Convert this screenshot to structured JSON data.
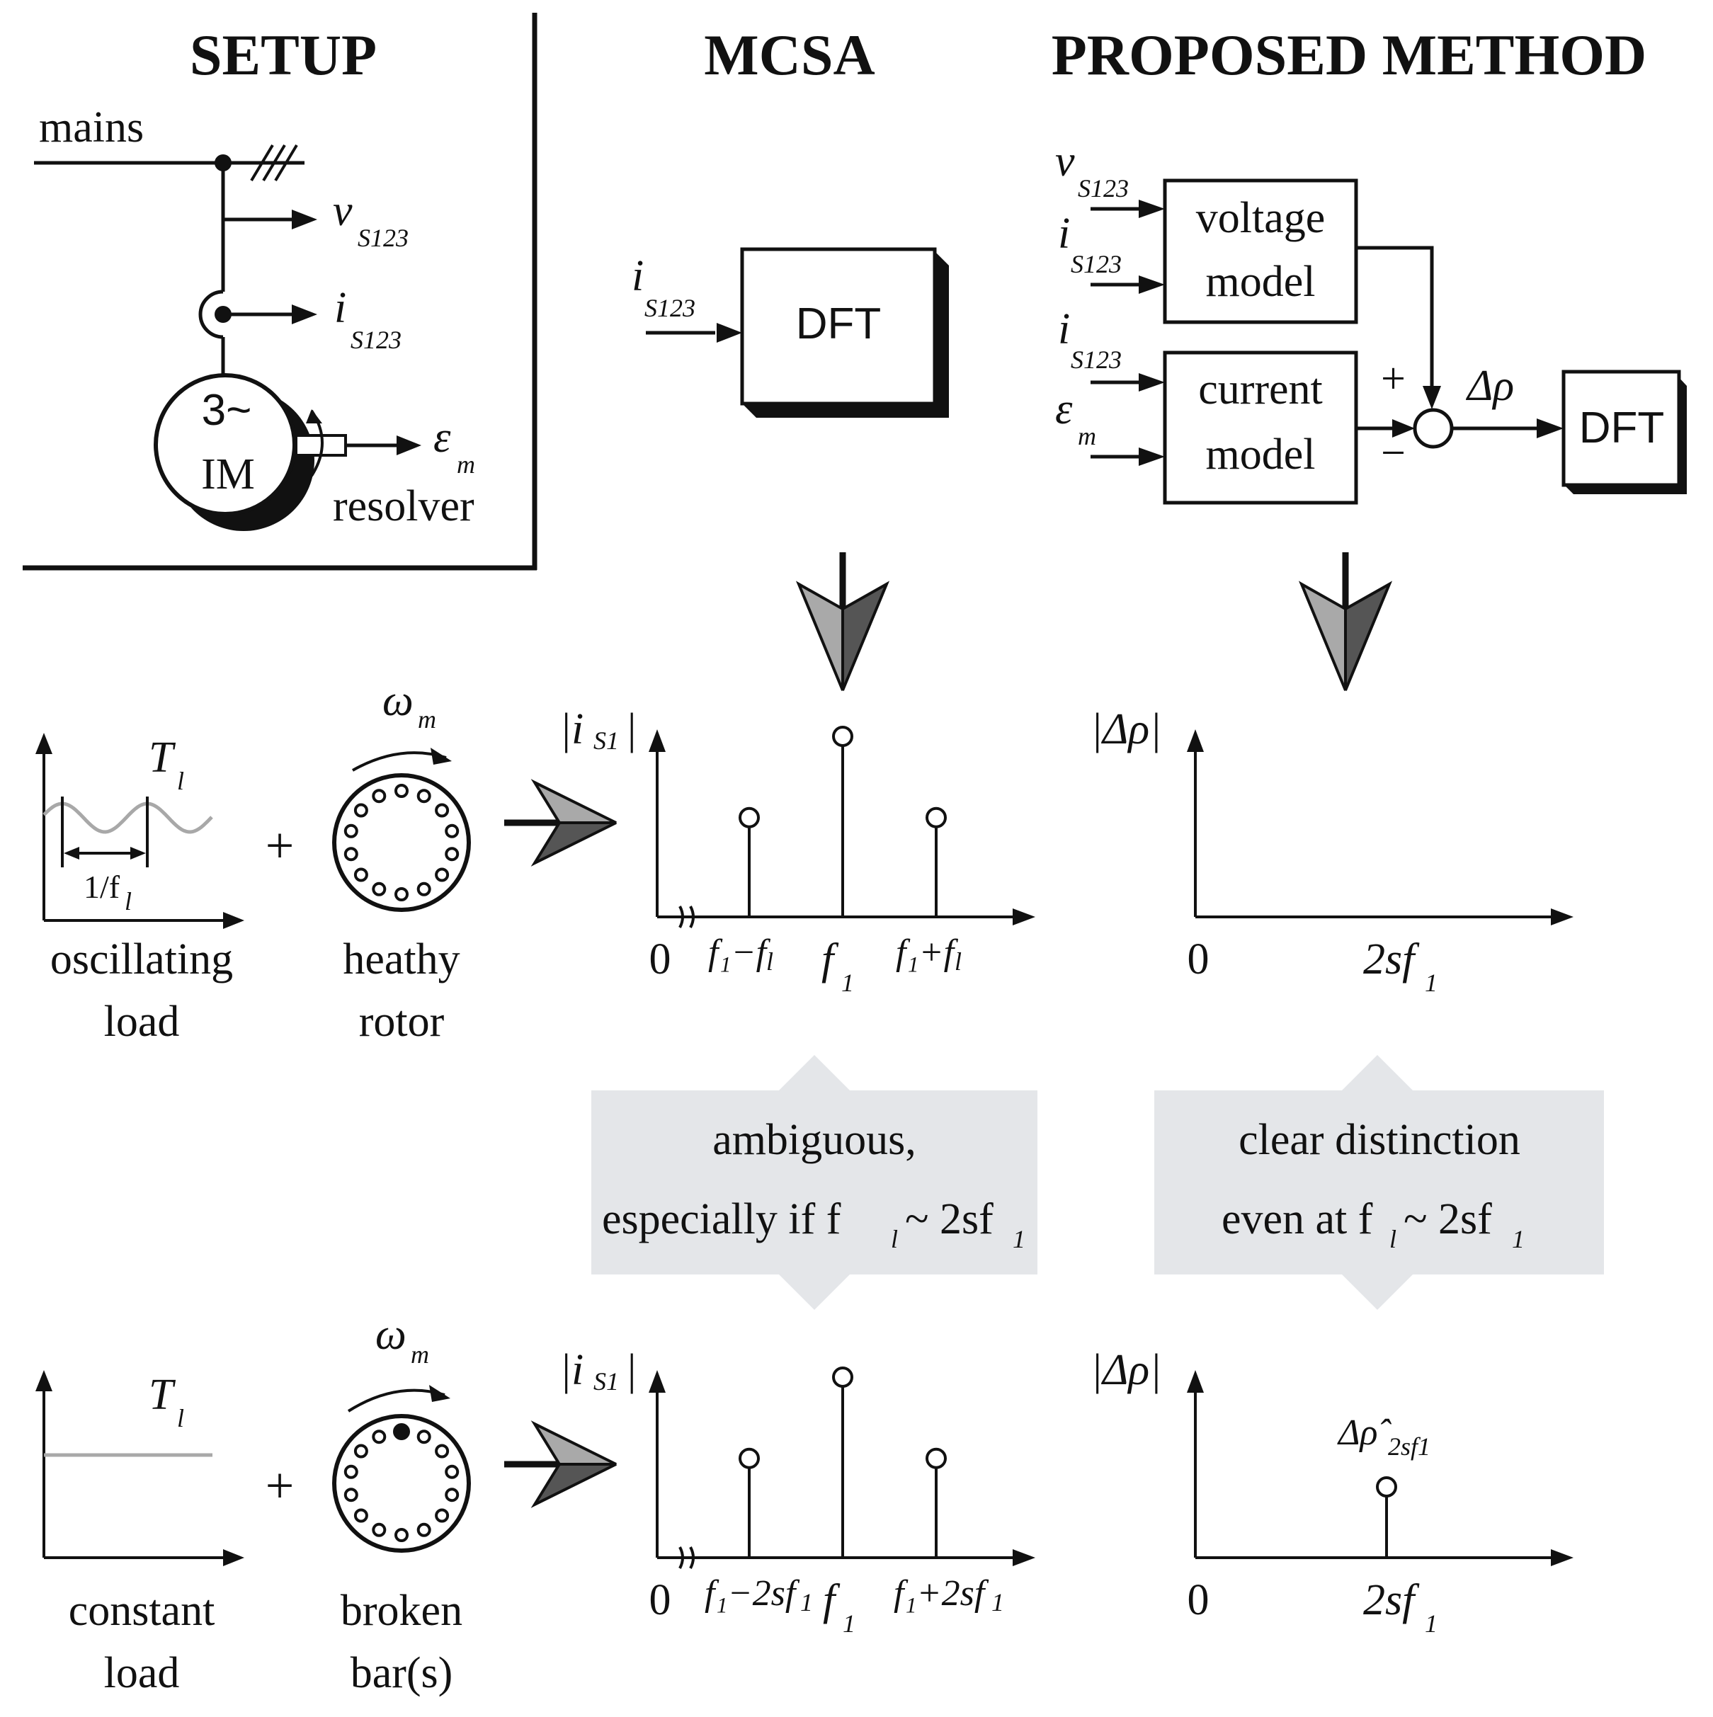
{
  "headers": {
    "setup": "SETUP",
    "mcsa": "MCSA",
    "proposed": "PROPOSED METHOD"
  },
  "setup": {
    "mains": "mains",
    "v_main": "v",
    "v_sub": "S123",
    "i_main": "i",
    "i_sub": "S123",
    "motor_top": "3~",
    "motor_bottom": "IM",
    "eps_main": "ε",
    "eps_sub": "m",
    "resolver": "resolver"
  },
  "mcsa_block": {
    "in_main": "i",
    "in_sub": "S123",
    "dft": "DFT"
  },
  "proposed_block": {
    "v_main": "v",
    "v_sub": "S123",
    "i1_main": "i",
    "i1_sub": "S123",
    "i2_main": "i",
    "i2_sub": "S123",
    "eps_main": "ε",
    "eps_sub": "m",
    "voltage_model_1": "voltage",
    "voltage_model_2": "model",
    "current_model_1": "current",
    "current_model_2": "model",
    "plus": "+",
    "minus": "−",
    "delta_rho": "Δρ",
    "dft": "DFT"
  },
  "row1": {
    "torque_main": "T",
    "torque_sub": "l",
    "period_main": "1/f",
    "period_sub": "l",
    "load_1": "oscillating",
    "load_2": "load",
    "plus": "+",
    "omega_main": "ω",
    "omega_sub": "m",
    "rotor_1": "heathy",
    "rotor_2": "rotor",
    "mcsa_ylabel_pre": "|i",
    "mcsa_ylabel_sub": "S1",
    "mcsa_ylabel_post": "|",
    "mcsa_zero": "0",
    "mcsa_tick_left": "f₁−f",
    "mcsa_tick_left_sub": "l",
    "mcsa_tick_mid": "f",
    "mcsa_tick_mid_sub": "1",
    "mcsa_tick_right": "f₁+f",
    "mcsa_tick_right_sub": "l",
    "prop_ylabel": "|Δρ|",
    "prop_zero": "0",
    "prop_tick_main": "2sf",
    "prop_tick_sub": "1"
  },
  "row2": {
    "torque_main": "T",
    "torque_sub": "l",
    "load_1": "constant",
    "load_2": "load",
    "plus": "+",
    "omega_main": "ω",
    "omega_sub": "m",
    "rotor_1": "broken",
    "rotor_2": "bar(s)",
    "mcsa_ylabel_pre": "|i",
    "mcsa_ylabel_sub": "S1",
    "mcsa_ylabel_post": "|",
    "mcsa_zero": "0",
    "mcsa_tick_left": "f₁−2sf",
    "mcsa_tick_left_sub": "1",
    "mcsa_tick_mid": "f",
    "mcsa_tick_mid_sub": "1",
    "mcsa_tick_right": "f₁+2sf",
    "mcsa_tick_right_sub": "1",
    "prop_ylabel": "|Δρ|",
    "prop_zero": "0",
    "prop_tick_main": "2sf",
    "prop_tick_sub": "1",
    "prop_peak_label": "Δρ̂",
    "prop_peak_sub": "2sf1"
  },
  "notes": {
    "mcsa_line1": "ambiguous,",
    "mcsa_line2": "especially if f",
    "mcsa_line2_sub": "l",
    "mcsa_line2_tail": "~ 2sf",
    "mcsa_line2_tail_sub": "1",
    "prop_line1": "clear distinction",
    "prop_line2": "even at f",
    "prop_line2_sub": "l",
    "prop_line2_tail": "~ 2sf",
    "prop_line2_tail_sub": "1"
  },
  "colors": {
    "line": "#111111",
    "note_bg": "#e4e6e9",
    "arrow_dark": "#555555",
    "arrow_light": "#a9a9a9",
    "wave": "#a8a8a8"
  }
}
